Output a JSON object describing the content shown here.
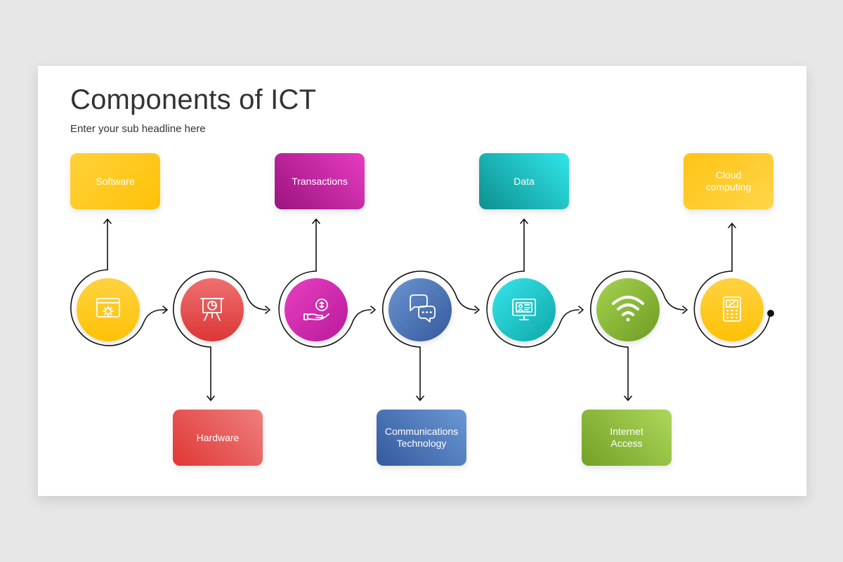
{
  "slide": {
    "title": "Components of ICT",
    "subtitle": "Enter your sub headline here"
  },
  "labels": {
    "software": "Software",
    "transactions": "Transactions",
    "data": "Data",
    "cloud": "Cloud\ncomputing",
    "hardware": "Hardware",
    "communications": "Communications\nTechnology",
    "internet": "Internet\nAccess"
  },
  "steps": [
    {
      "icon": "browser-settings-icon",
      "color": "#ffc81e"
    },
    {
      "icon": "presentation-chart-icon",
      "color": "#e84c4c"
    },
    {
      "icon": "money-hand-icon",
      "color": "#d42eb2"
    },
    {
      "icon": "chat-bubbles-icon",
      "color": "#4a70b8"
    },
    {
      "icon": "computer-monitor-icon",
      "color": "#1cc8cc"
    },
    {
      "icon": "wifi-icon",
      "color": "#8ab83c"
    },
    {
      "icon": "calculator-icon",
      "color": "#ffc81e"
    }
  ],
  "colors": {
    "yellow": "#ffc81e",
    "red": "#e84c4c",
    "magenta": "#d42eb2",
    "blue": "#4a70b8",
    "teal": "#1cc8cc",
    "green": "#8ab83c",
    "line": "#111111"
  }
}
